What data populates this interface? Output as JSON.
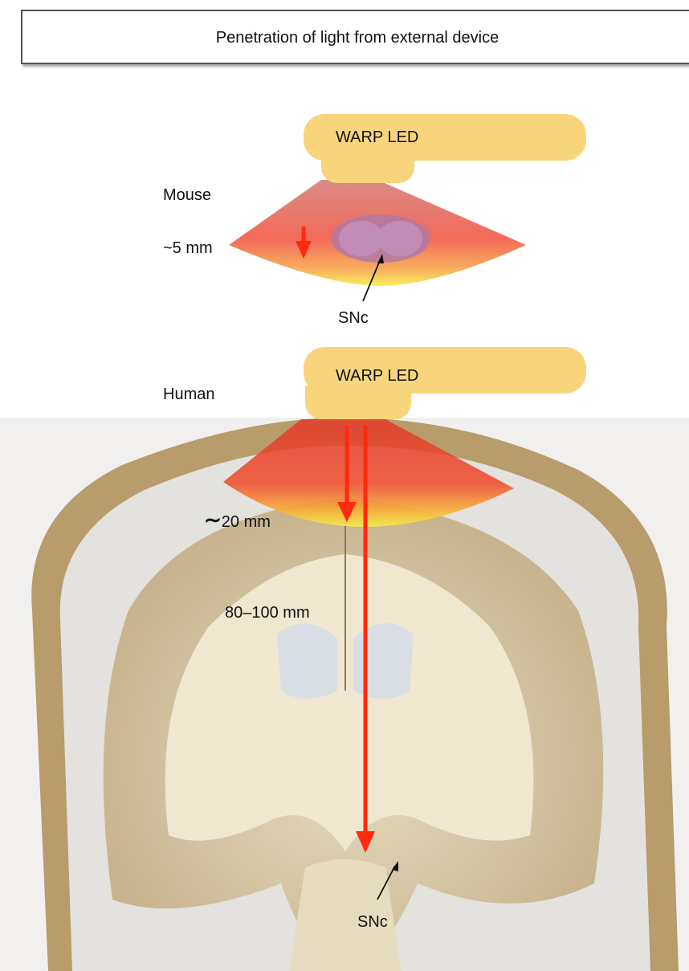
{
  "header": {
    "title": "Penetration of light from external device"
  },
  "mouse": {
    "label": "Mouse",
    "device_label": "WARP LED",
    "depth_label": "~5 mm",
    "target_label": "SNc"
  },
  "human": {
    "label": "Human",
    "device_label": "WARP LED",
    "depth_shallow_label": "20 mm",
    "depth_deep_label": "80–100 mm",
    "target_label": "SNc"
  },
  "colors": {
    "led": "#f8d57c",
    "beam_red": "#f05a3c",
    "beam_yellow": "#f6f05a",
    "arrow": "#ff2a10",
    "tissue": "#c9b48b"
  }
}
